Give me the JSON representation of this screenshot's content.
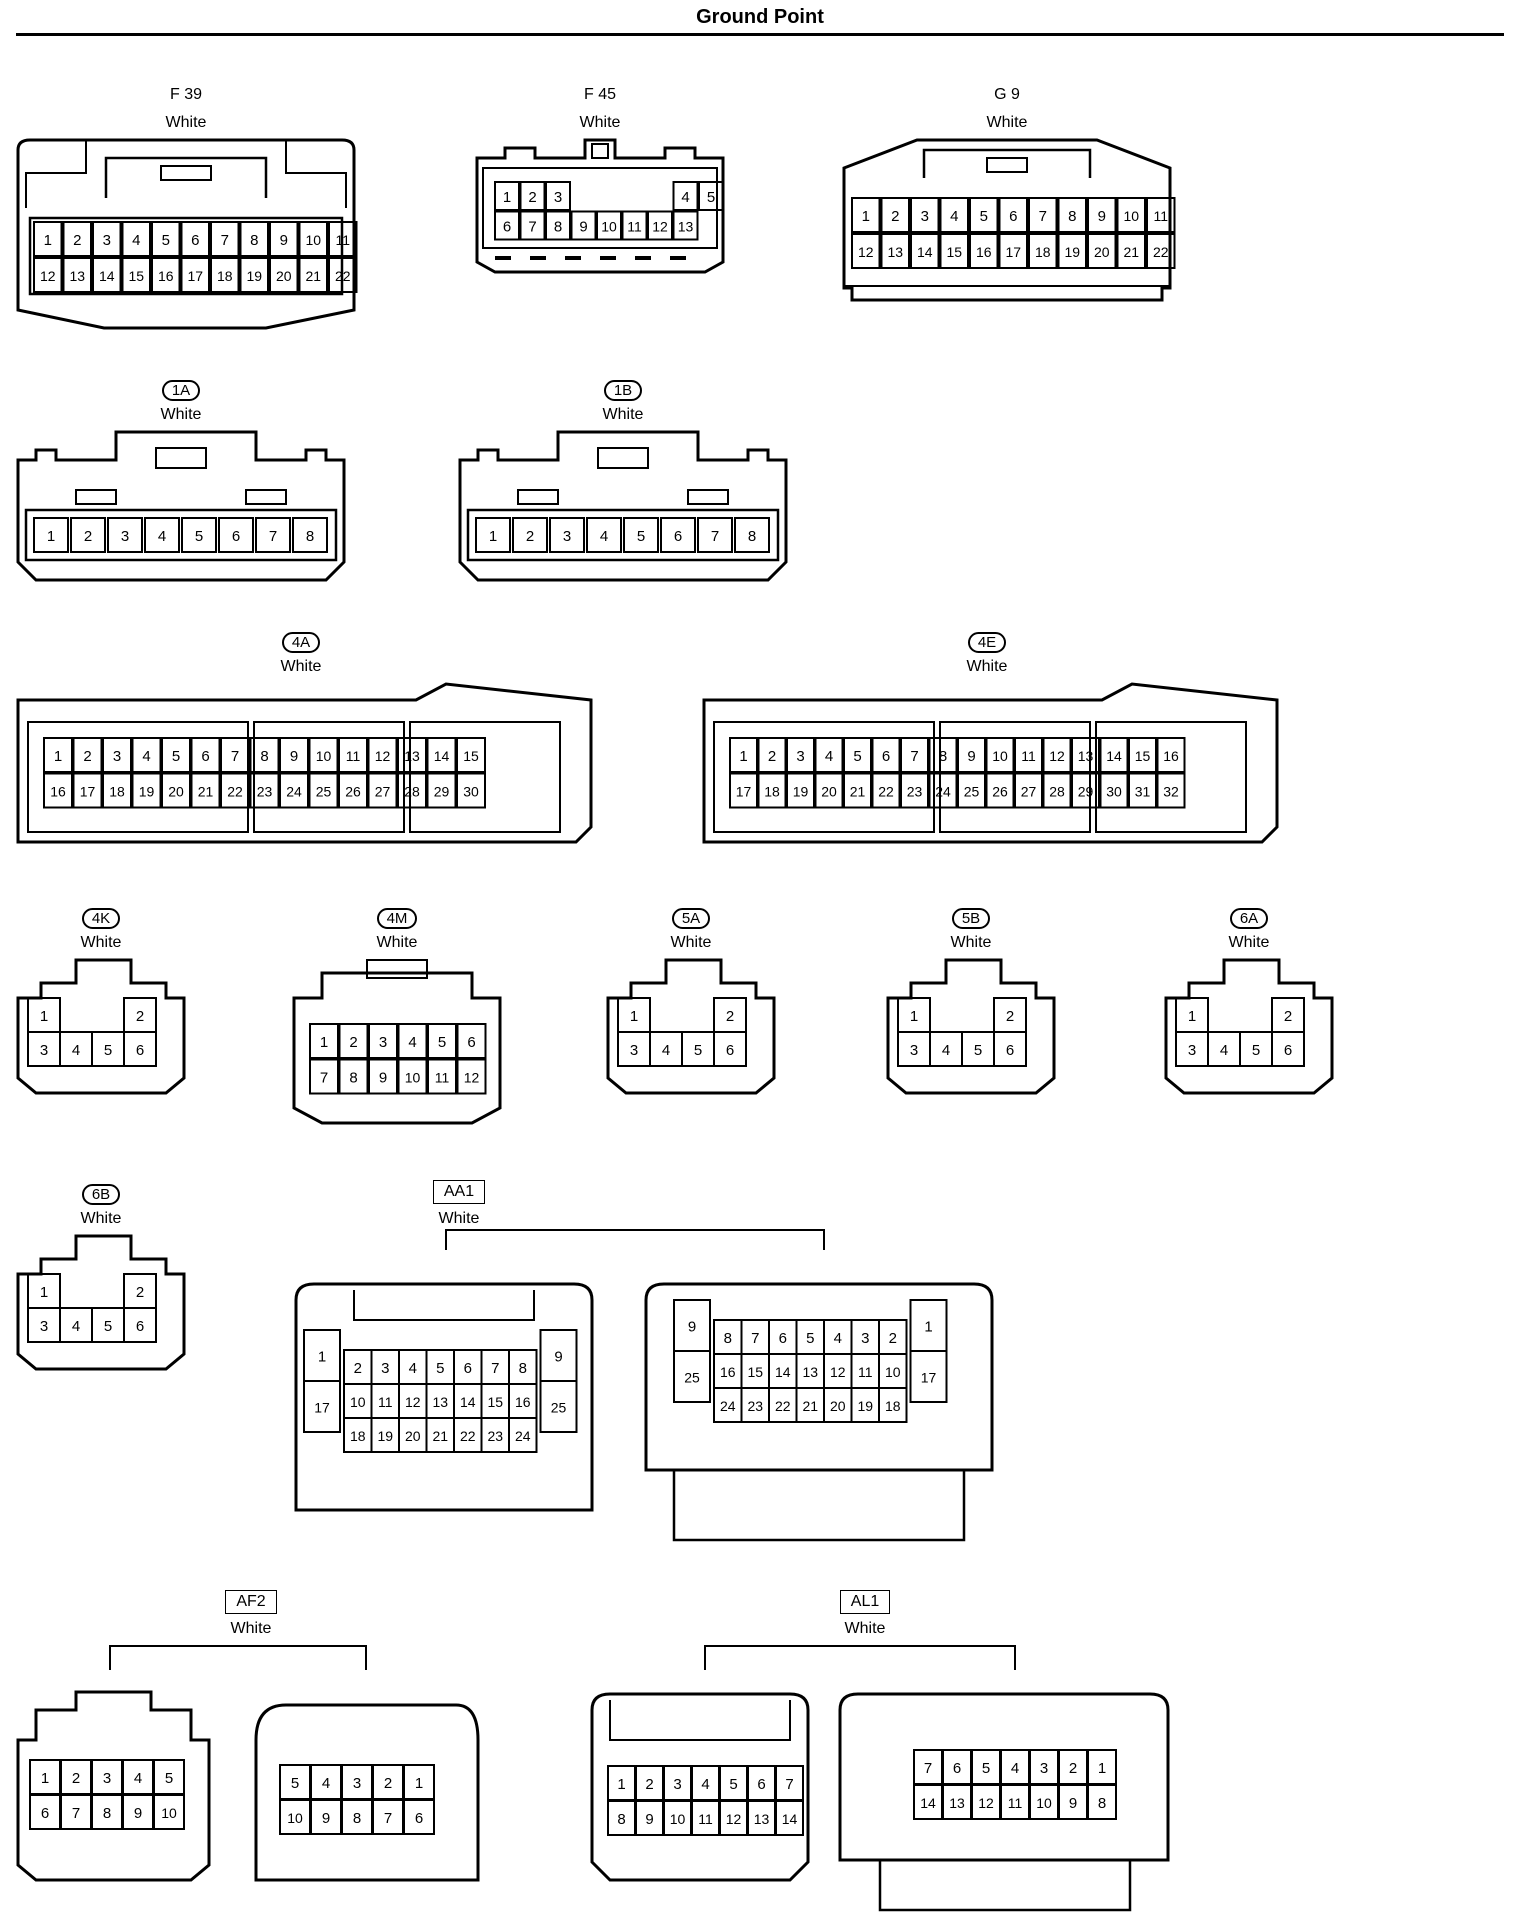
{
  "page": {
    "title": "Ground Point"
  },
  "connectors": [
    {
      "id": "F39",
      "code": "F 39",
      "color": "White",
      "style": "plain"
    },
    {
      "id": "F45",
      "code": "F 45",
      "color": "White",
      "style": "plain"
    },
    {
      "id": "G9",
      "code": "G 9",
      "color": "White",
      "style": "plain"
    },
    {
      "id": "1A",
      "code": "1A",
      "color": "White",
      "style": "badge"
    },
    {
      "id": "1B",
      "code": "1B",
      "color": "White",
      "style": "badge"
    },
    {
      "id": "4A",
      "code": "4A",
      "color": "White",
      "style": "badge"
    },
    {
      "id": "4E",
      "code": "4E",
      "color": "White",
      "style": "badge"
    },
    {
      "id": "4K",
      "code": "4K",
      "color": "White",
      "style": "badge"
    },
    {
      "id": "4M",
      "code": "4M",
      "color": "White",
      "style": "badge"
    },
    {
      "id": "5A",
      "code": "5A",
      "color": "White",
      "style": "badge"
    },
    {
      "id": "5B",
      "code": "5B",
      "color": "White",
      "style": "badge"
    },
    {
      "id": "6A",
      "code": "6A",
      "color": "White",
      "style": "badge"
    },
    {
      "id": "6B",
      "code": "6B",
      "color": "White",
      "style": "badge"
    },
    {
      "id": "AA1",
      "code": "AA1",
      "color": "White",
      "style": "box"
    },
    {
      "id": "AF2",
      "code": "AF2",
      "color": "White",
      "style": "box"
    },
    {
      "id": "AL1",
      "code": "AL1",
      "color": "White",
      "style": "box"
    }
  ],
  "pins": {
    "F39": [
      [
        "1",
        "2",
        "3",
        "4",
        "5",
        "6",
        "7",
        "8",
        "9",
        "10",
        "11"
      ],
      [
        "12",
        "13",
        "14",
        "15",
        "16",
        "17",
        "18",
        "19",
        "20",
        "21",
        "22"
      ]
    ],
    "F45": [
      [
        "1",
        "2",
        "3",
        "",
        "",
        "",
        "",
        "4",
        "5"
      ],
      [
        "6",
        "7",
        "8",
        "9",
        "10",
        "11",
        "12",
        "13"
      ]
    ],
    "G9": [
      [
        "1",
        "2",
        "3",
        "4",
        "5",
        "6",
        "7",
        "8",
        "9",
        "10",
        "11"
      ],
      [
        "12",
        "13",
        "14",
        "15",
        "16",
        "17",
        "18",
        "19",
        "20",
        "21",
        "22"
      ]
    ],
    "1A": [
      [
        "1",
        "2",
        "3",
        "4",
        "5",
        "6",
        "7",
        "8"
      ]
    ],
    "1B": [
      [
        "1",
        "2",
        "3",
        "4",
        "5",
        "6",
        "7",
        "8"
      ]
    ],
    "4A": [
      [
        "1",
        "2",
        "3",
        "4",
        "5",
        "6",
        "7",
        "8",
        "9",
        "10",
        "11",
        "12",
        "13",
        "14",
        "15"
      ],
      [
        "16",
        "17",
        "18",
        "19",
        "20",
        "21",
        "22",
        "23",
        "24",
        "25",
        "26",
        "27",
        "28",
        "29",
        "30"
      ]
    ],
    "4E": [
      [
        "1",
        "2",
        "3",
        "4",
        "5",
        "6",
        "7",
        "8",
        "9",
        "10",
        "11",
        "12",
        "13",
        "14",
        "15",
        "16"
      ],
      [
        "17",
        "18",
        "19",
        "20",
        "21",
        "22",
        "23",
        "24",
        "25",
        "26",
        "27",
        "28",
        "29",
        "30",
        "31",
        "32"
      ]
    ],
    "4K": [
      [
        "1",
        "2"
      ],
      [
        "3",
        "4",
        "5",
        "6"
      ]
    ],
    "4M": [
      [
        "1",
        "2",
        "3",
        "4",
        "5",
        "6"
      ],
      [
        "7",
        "8",
        "9",
        "10",
        "11",
        "12"
      ]
    ],
    "5A": [
      [
        "1",
        "2"
      ],
      [
        "3",
        "4",
        "5",
        "6"
      ]
    ],
    "5B": [
      [
        "1",
        "2"
      ],
      [
        "3",
        "4",
        "5",
        "6"
      ]
    ],
    "6A": [
      [
        "1",
        "2"
      ],
      [
        "3",
        "4",
        "5",
        "6"
      ]
    ],
    "6B": [
      [
        "1",
        "2"
      ],
      [
        "3",
        "4",
        "5",
        "6"
      ]
    ],
    "AA1_left": {
      "side_left": [
        "1",
        "17"
      ],
      "rows": [
        [
          "2",
          "3",
          "4",
          "5",
          "6",
          "7",
          "8"
        ],
        [
          "10",
          "11",
          "12",
          "13",
          "14",
          "15",
          "16"
        ],
        [
          "18",
          "19",
          "20",
          "21",
          "22",
          "23",
          "24"
        ]
      ],
      "side_right": [
        "9",
        "25"
      ]
    },
    "AA1_right": {
      "side_left": [
        "9",
        "25"
      ],
      "rows": [
        [
          "8",
          "7",
          "6",
          "5",
          "4",
          "3",
          "2"
        ],
        [
          "16",
          "15",
          "14",
          "13",
          "12",
          "11",
          "10"
        ],
        [
          "24",
          "23",
          "22",
          "21",
          "20",
          "19",
          "18"
        ]
      ],
      "side_right": [
        "1",
        "17"
      ]
    },
    "AF2_left": [
      [
        "1",
        "2",
        "3",
        "4",
        "5"
      ],
      [
        "6",
        "7",
        "8",
        "9",
        "10"
      ]
    ],
    "AF2_right": [
      [
        "5",
        "4",
        "3",
        "2",
        "1"
      ],
      [
        "10",
        "9",
        "8",
        "7",
        "6"
      ]
    ],
    "AL1_left": [
      [
        "1",
        "2",
        "3",
        "4",
        "5",
        "6",
        "7"
      ],
      [
        "8",
        "9",
        "10",
        "11",
        "12",
        "13",
        "14"
      ]
    ],
    "AL1_right": [
      [
        "7",
        "6",
        "5",
        "4",
        "3",
        "2",
        "1"
      ],
      [
        "14",
        "13",
        "12",
        "11",
        "10",
        "9",
        "8"
      ]
    ]
  }
}
